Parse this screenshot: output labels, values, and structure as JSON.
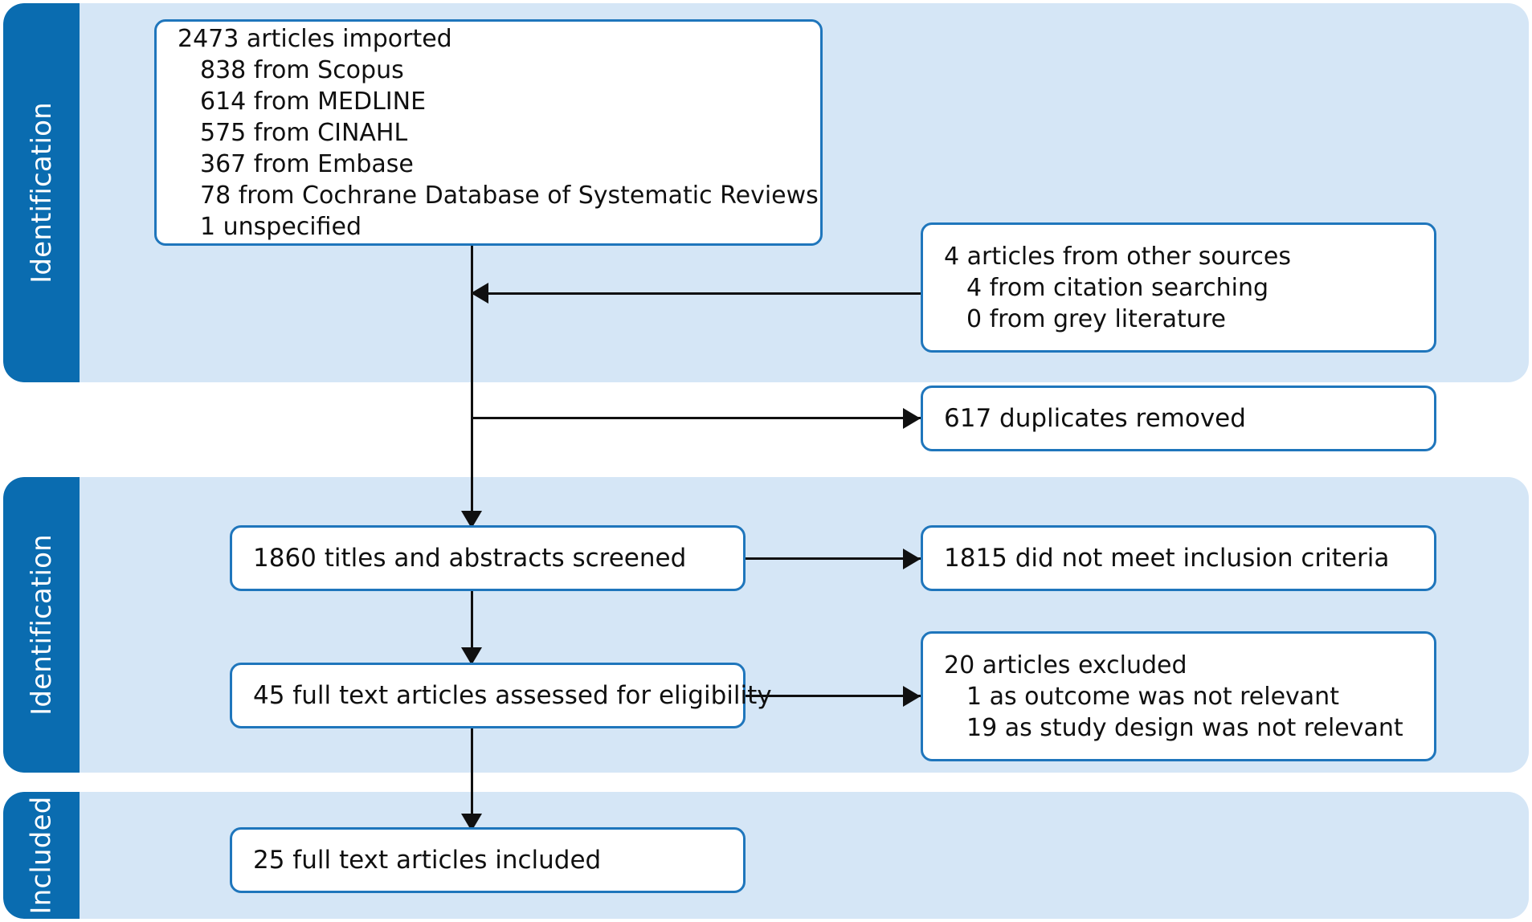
{
  "diagram": {
    "type": "prisma-flow-diagram",
    "colors": {
      "band_label_blue": "#0a6cb0",
      "band_background": "#d5e6f6",
      "box_border": "#1f76bc",
      "box_fill": "#ffffff",
      "connector": "#101010",
      "label_text": "#ffffff"
    }
  },
  "bands": [
    {
      "id": "band-identification-1",
      "label": "Identification"
    },
    {
      "id": "band-identification-2",
      "label": "Identification"
    },
    {
      "id": "band-included",
      "label": "Included"
    }
  ],
  "boxes": {
    "imported": {
      "name": "articles-imported-box",
      "lines": [
        {
          "text": "2473 articles imported",
          "indent": false
        },
        {
          "text": "838 from Scopus",
          "indent": true
        },
        {
          "text": "614 from MEDLINE",
          "indent": true
        },
        {
          "text": "575 from CINAHL",
          "indent": true
        },
        {
          "text": "367 from Embase",
          "indent": true
        },
        {
          "text": "78 from Cochrane Database of Systematic Reviews",
          "indent": true
        },
        {
          "text": "1 unspecified",
          "indent": true
        }
      ]
    },
    "other_sources": {
      "name": "other-sources-box",
      "lines": [
        {
          "text": "4 articles from other sources",
          "indent": false
        },
        {
          "text": "4 from citation searching",
          "indent": true
        },
        {
          "text": "0 from grey literature",
          "indent": true
        }
      ]
    },
    "duplicates": {
      "name": "duplicates-removed-box",
      "lines": [
        {
          "text": "617 duplicates removed",
          "indent": false
        }
      ]
    },
    "screened": {
      "name": "titles-abstracts-screened-box",
      "lines": [
        {
          "text": "1860 titles and abstracts screened",
          "indent": false
        }
      ]
    },
    "not_met": {
      "name": "did-not-meet-inclusion-criteria-box",
      "lines": [
        {
          "text": "1815 did not meet inclusion criteria",
          "indent": false
        }
      ]
    },
    "fulltext": {
      "name": "full-text-assessed-box",
      "lines": [
        {
          "text": "45 full text articles assessed for eligibility",
          "indent": false
        }
      ]
    },
    "excluded": {
      "name": "articles-excluded-box",
      "lines": [
        {
          "text": "20 articles excluded",
          "indent": false
        },
        {
          "text": "1 as outcome was not relevant",
          "indent": true
        },
        {
          "text": "19 as study design was not relevant",
          "indent": true
        }
      ]
    },
    "included": {
      "name": "full-text-included-box",
      "lines": [
        {
          "text": "25 full text articles included",
          "indent": false
        }
      ]
    }
  },
  "chart_data": {
    "type": "diagram",
    "title": "PRISMA flow diagram",
    "nodes": [
      {
        "id": "imported",
        "stage": "Identification",
        "count": 2473,
        "label": "articles imported",
        "breakdown": [
          {
            "count": 838,
            "source": "Scopus"
          },
          {
            "count": 614,
            "source": "MEDLINE"
          },
          {
            "count": 575,
            "source": "CINAHL"
          },
          {
            "count": 367,
            "source": "Embase"
          },
          {
            "count": 78,
            "source": "Cochrane Database of Systematic Reviews"
          },
          {
            "count": 1,
            "source": "unspecified"
          }
        ]
      },
      {
        "id": "other_sources",
        "stage": "Identification",
        "count": 4,
        "label": "articles from other sources",
        "breakdown": [
          {
            "count": 4,
            "source": "citation searching"
          },
          {
            "count": 0,
            "source": "grey literature"
          }
        ]
      },
      {
        "id": "duplicates",
        "stage": "Identification",
        "count": 617,
        "label": "duplicates removed"
      },
      {
        "id": "screened",
        "stage": "Identification",
        "count": 1860,
        "label": "titles and abstracts screened"
      },
      {
        "id": "not_met",
        "stage": "Identification",
        "count": 1815,
        "label": "did not meet inclusion criteria"
      },
      {
        "id": "fulltext",
        "stage": "Identification",
        "count": 45,
        "label": "full text articles assessed for eligibility"
      },
      {
        "id": "excluded",
        "stage": "Identification",
        "count": 20,
        "label": "articles excluded",
        "breakdown": [
          {
            "count": 1,
            "source": "outcome was not relevant"
          },
          {
            "count": 19,
            "source": "study design was not relevant"
          }
        ]
      },
      {
        "id": "included",
        "stage": "Included",
        "count": 25,
        "label": "full text articles included"
      }
    ],
    "edges": [
      {
        "from": "imported",
        "to": "screened",
        "direction": "down"
      },
      {
        "from": "other_sources",
        "to": "imported-trunk",
        "direction": "left"
      },
      {
        "from": "imported-trunk",
        "to": "duplicates",
        "direction": "right"
      },
      {
        "from": "screened",
        "to": "not_met",
        "direction": "right"
      },
      {
        "from": "screened",
        "to": "fulltext",
        "direction": "down"
      },
      {
        "from": "fulltext",
        "to": "excluded",
        "direction": "right"
      },
      {
        "from": "fulltext",
        "to": "included",
        "direction": "down"
      }
    ]
  }
}
